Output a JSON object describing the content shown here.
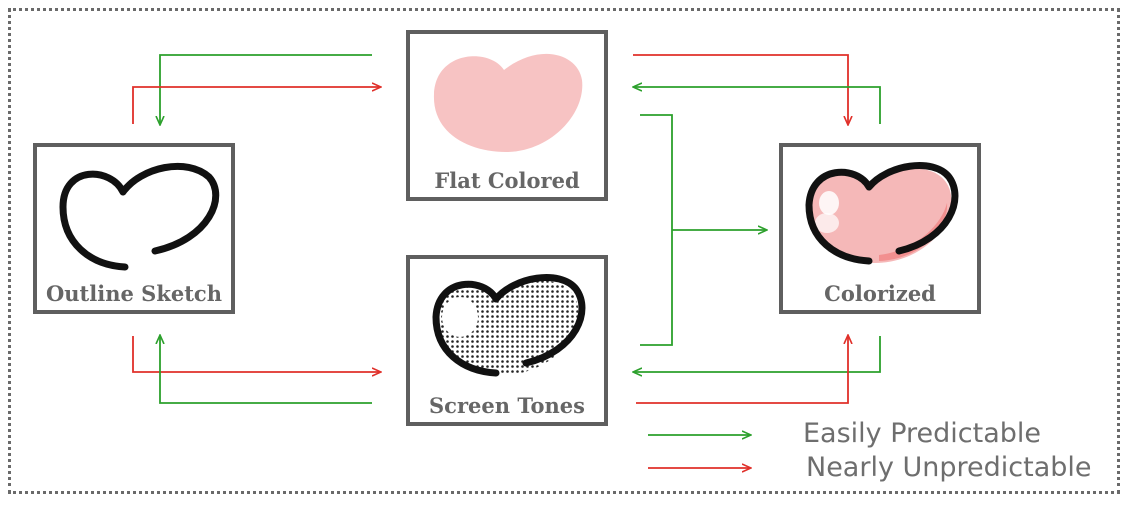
{
  "nodes": {
    "outline_sketch": {
      "label": "Outline Sketch"
    },
    "flat_colored": {
      "label": "Flat Colored"
    },
    "screen_tones": {
      "label": "Screen Tones"
    },
    "colorized": {
      "label": "Colorized"
    }
  },
  "legend": {
    "easy": {
      "label": "Easily Predictable",
      "color": "#2ca02c"
    },
    "hard": {
      "label": "Nearly Unpredictable",
      "color": "#e0302a"
    }
  },
  "colors": {
    "green": "#2ca02c",
    "red": "#e0302a",
    "box_border": "#5f5f5f",
    "flat_pink": "#f7c3c3",
    "colorized_pink": "#f5b8b8",
    "colorized_shade": "#f28f8f"
  }
}
